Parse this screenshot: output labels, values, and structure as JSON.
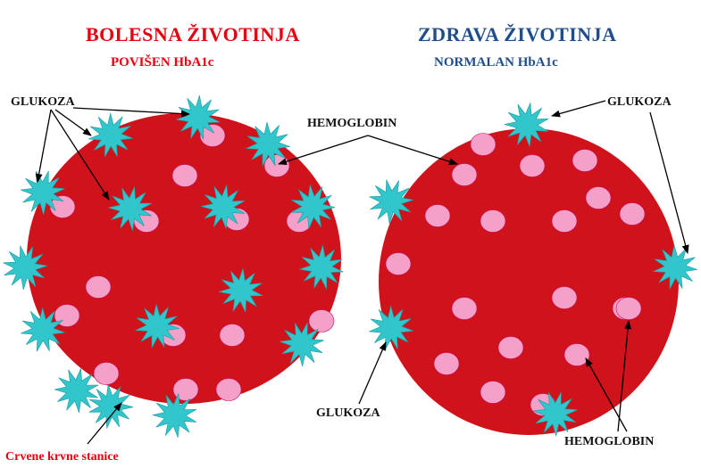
{
  "sick": {
    "title": "BOLESNA ŽIVOTINJA",
    "subtitle": "POVIŠEN HbA1c"
  },
  "healthy": {
    "title": "ZDRAVA ŽIVOTINJA",
    "subtitle": "NORMALAN HbA1c"
  },
  "labels": {
    "glucose_left": "GLUKOZA",
    "hemoglobin_top": "HEMOGLOBIN",
    "glucose_right": "GLUKOZA",
    "glucose_bottom": "GLUKOZA",
    "hemoglobin_bottom": "HEMOGLOBIN",
    "red_blood_cells": "Crvene krvne stanice"
  },
  "colors": {
    "cell": "#d0121b",
    "hemoglobin": "#f4a0c8",
    "glucose": "#31c5cc",
    "title_red": "#e3000f",
    "title_blue": "#1f4e8c",
    "arrow": "#000000"
  }
}
